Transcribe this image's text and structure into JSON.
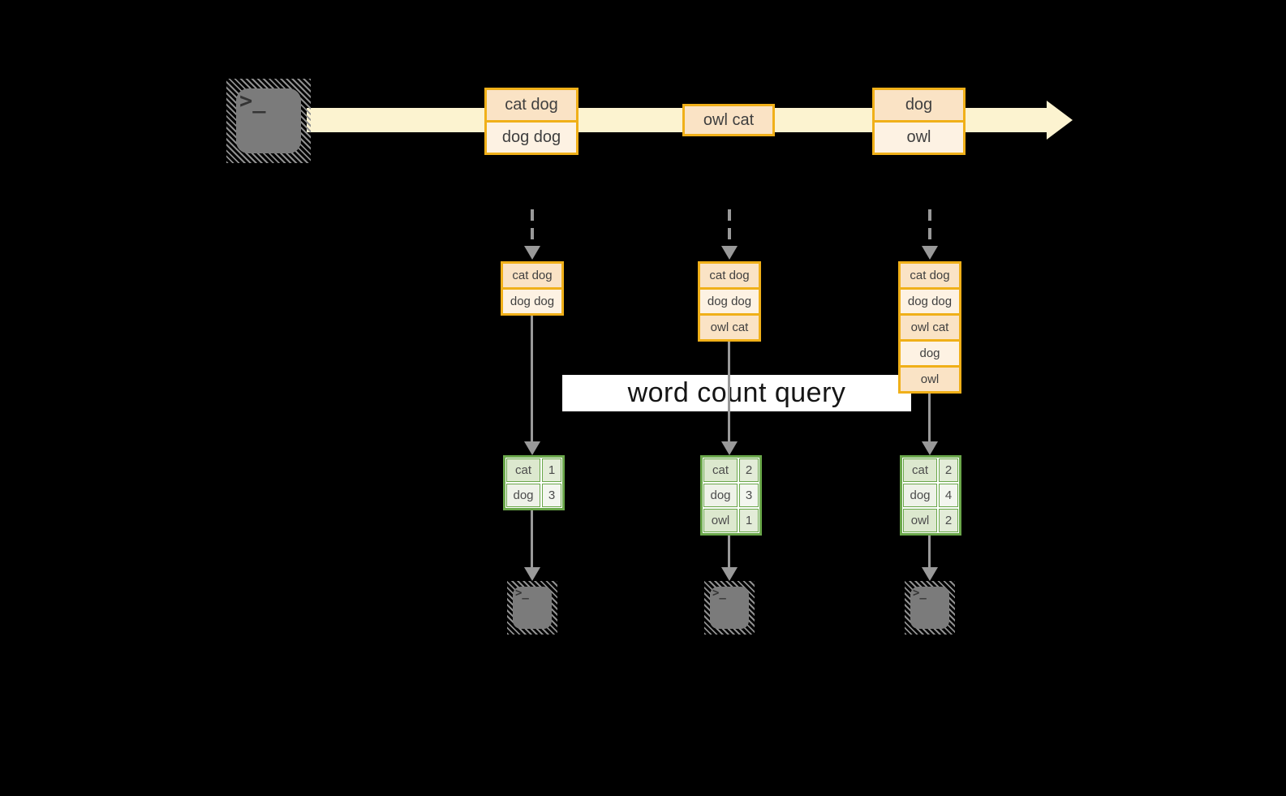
{
  "query_label": "word count query",
  "terminal_glyph": ">_",
  "stream_messages": [
    {
      "rows": [
        "cat dog",
        "dog dog"
      ]
    },
    {
      "rows": [
        "owl cat"
      ]
    },
    {
      "rows": [
        "dog",
        "owl"
      ]
    }
  ],
  "columns": [
    {
      "records": [
        "cat dog",
        "dog dog"
      ],
      "counts": [
        {
          "word": "cat",
          "value": "1"
        },
        {
          "word": "dog",
          "value": "3"
        }
      ]
    },
    {
      "records": [
        "cat dog",
        "dog dog",
        "owl cat"
      ],
      "counts": [
        {
          "word": "cat",
          "value": "2"
        },
        {
          "word": "dog",
          "value": "3"
        },
        {
          "word": "owl",
          "value": "1"
        }
      ]
    },
    {
      "records": [
        "cat dog",
        "dog dog",
        "owl cat",
        "dog",
        "owl"
      ],
      "counts": [
        {
          "word": "cat",
          "value": "2"
        },
        {
          "word": "dog",
          "value": "4"
        },
        {
          "word": "owl",
          "value": "2"
        }
      ]
    }
  ],
  "colors": {
    "background": "#000000",
    "stream_band": "#fcf3d0",
    "record_border": "#f0b019",
    "record_fill_dark": "#fae3c5",
    "record_fill_light": "#fdf2e3",
    "table_border": "#6aa74a",
    "table_cell_dark": "#dce8ce",
    "table_cell_light": "#eef2e8",
    "arrow_gray": "#999999",
    "terminal_gray": "#7b7b7b"
  }
}
